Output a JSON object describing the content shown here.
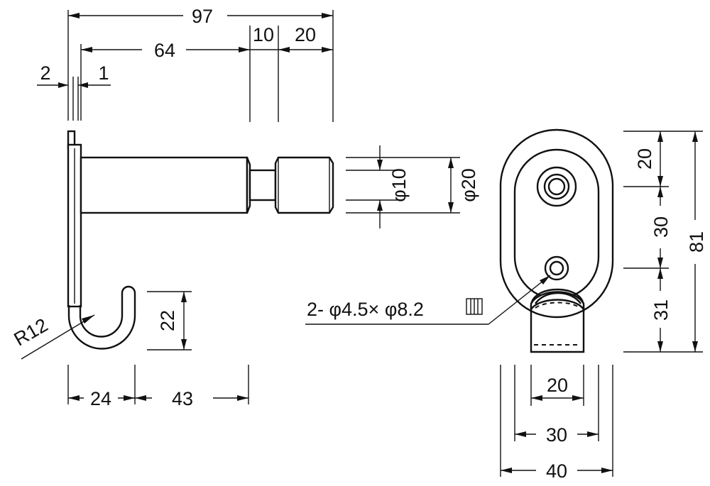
{
  "side_view": {
    "overall_length": "97",
    "shaft_length": "64",
    "neck_length": "10",
    "tip_length": "20",
    "plate_thickness": "2",
    "offset": "1",
    "hook_radius": "R12",
    "hook_height": "22",
    "hook_width": "24",
    "hook_to_shaft": "43",
    "neck_diameter": "φ10",
    "tip_diameter": "φ20"
  },
  "front_view": {
    "top_offset": "20",
    "hole_spacing": "30",
    "bottom_offset": "31",
    "total_height": "81",
    "hook_width": "20",
    "lower_width": "30",
    "plate_width": "40",
    "hole_callout": "2- φ4.5× φ8.2"
  }
}
